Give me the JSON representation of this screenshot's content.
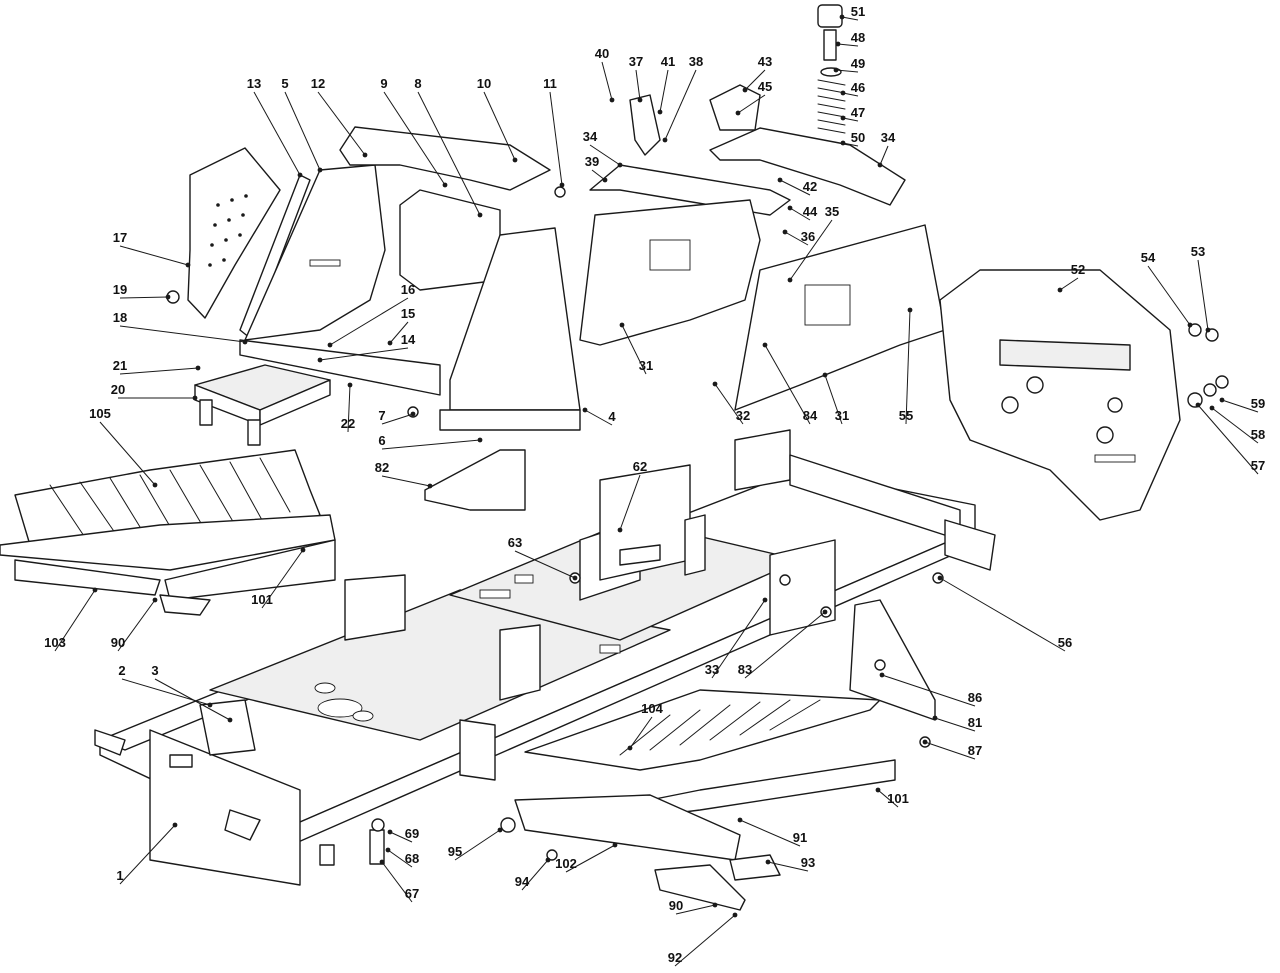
{
  "callouts": [
    {
      "label": "51"
    },
    {
      "label": "48"
    },
    {
      "label": "49"
    },
    {
      "label": "46"
    },
    {
      "label": "47"
    },
    {
      "label": "50"
    },
    {
      "label": "34"
    },
    {
      "label": "43"
    },
    {
      "label": "45"
    },
    {
      "label": "40"
    },
    {
      "label": "37"
    },
    {
      "label": "41"
    },
    {
      "label": "38"
    },
    {
      "label": "34"
    },
    {
      "label": "39"
    },
    {
      "label": "42"
    },
    {
      "label": "44"
    },
    {
      "label": "35"
    },
    {
      "label": "36"
    },
    {
      "label": "13"
    },
    {
      "label": "5"
    },
    {
      "label": "12"
    },
    {
      "label": "9"
    },
    {
      "label": "8"
    },
    {
      "label": "10"
    },
    {
      "label": "11"
    },
    {
      "label": "17"
    },
    {
      "label": "19"
    },
    {
      "label": "16"
    },
    {
      "label": "18"
    },
    {
      "label": "15"
    },
    {
      "label": "14"
    },
    {
      "label": "21"
    },
    {
      "label": "20"
    },
    {
      "label": "22"
    },
    {
      "label": "7"
    },
    {
      "label": "6"
    },
    {
      "label": "4"
    },
    {
      "label": "82"
    },
    {
      "label": "31"
    },
    {
      "label": "32"
    },
    {
      "label": "84"
    },
    {
      "label": "31"
    },
    {
      "label": "55"
    },
    {
      "label": "52"
    },
    {
      "label": "54"
    },
    {
      "label": "53"
    },
    {
      "label": "59"
    },
    {
      "label": "58"
    },
    {
      "label": "57"
    },
    {
      "label": "105"
    },
    {
      "label": "101"
    },
    {
      "label": "103"
    },
    {
      "label": "90"
    },
    {
      "label": "62"
    },
    {
      "label": "63"
    },
    {
      "label": "56"
    },
    {
      "label": "33"
    },
    {
      "label": "83"
    },
    {
      "label": "86"
    },
    {
      "label": "81"
    },
    {
      "label": "87"
    },
    {
      "label": "2"
    },
    {
      "label": "3"
    },
    {
      "label": "104"
    },
    {
      "label": "101"
    },
    {
      "label": "1"
    },
    {
      "label": "69"
    },
    {
      "label": "68"
    },
    {
      "label": "67"
    },
    {
      "label": "95"
    },
    {
      "label": "94"
    },
    {
      "label": "102"
    },
    {
      "label": "91"
    },
    {
      "label": "93"
    },
    {
      "label": "90"
    },
    {
      "label": "92"
    }
  ]
}
